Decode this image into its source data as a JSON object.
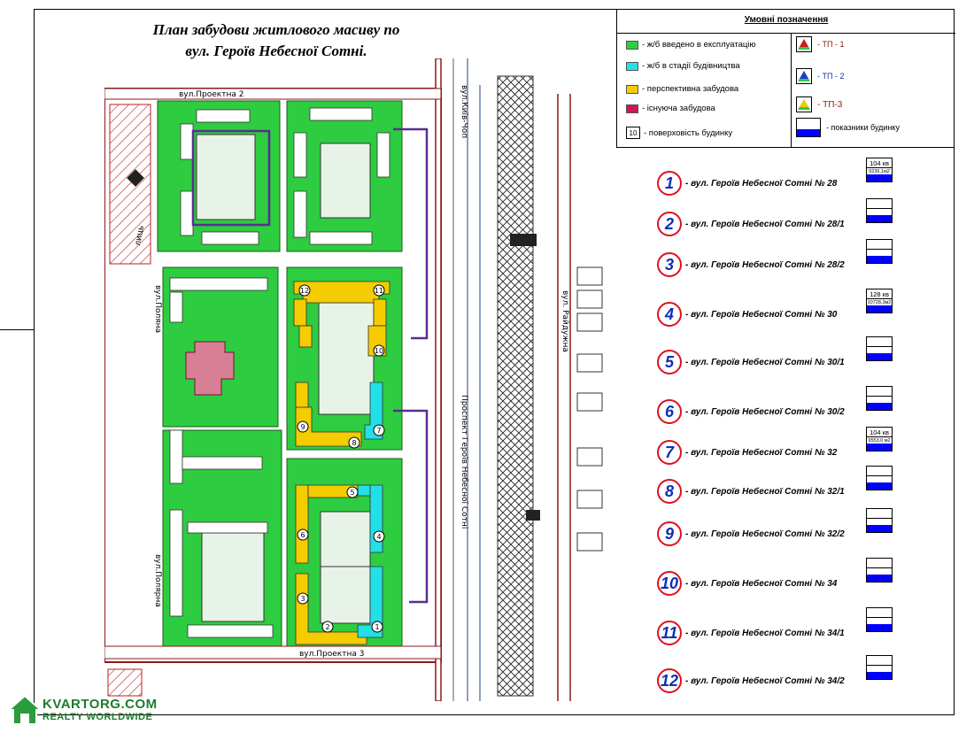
{
  "title": {
    "line1": "План  забудови житлового  масиву по",
    "line2": "вул. Героїв Небесної Сотні."
  },
  "colors": {
    "commissioned": "#2ecc40",
    "construction": "#22e0e6",
    "prospective": "#f4cc00",
    "existing": "#d2145a",
    "indicator": "#0000ff",
    "circle_border": "#dd1122",
    "circle_number": "#0a30b8",
    "road": "#8b1a1a",
    "purple_route": "#5a2d91"
  },
  "legend": {
    "title": "Умовні  позначення",
    "items": [
      {
        "label": "- ж/б введено в експлуатацію",
        "color_key": "commissioned"
      },
      {
        "label": "- ж/б  в стадії  будівництва",
        "color_key": "construction"
      },
      {
        "label": "- перспективна  забудова",
        "color_key": "prospective"
      },
      {
        "label": "- існуюча  забудова",
        "color_key": "existing"
      }
    ],
    "floors": {
      "number": "10",
      "label": "- поверховість будинку"
    },
    "tp": [
      {
        "label": "- ТП - 1",
        "icon": "triangle-red-green-icon"
      },
      {
        "label": "- ТП - 2",
        "icon": "triangle-blue-green-icon"
      },
      {
        "label": "- ТП-3",
        "icon": "triangle-yellow-green-icon"
      }
    ],
    "indicators": {
      "label": "- показники будинку"
    }
  },
  "buildings": [
    {
      "n": "1",
      "label": "- вул. Героїв Небесної Сотні № 28",
      "apts": "104 кв",
      "area": "9236,1м2"
    },
    {
      "n": "2",
      "label": "- вул. Героїв Небесної Сотні № 28/1",
      "apts": "",
      "area": ""
    },
    {
      "n": "3",
      "label": "- вул. Героїв Небесної Сотні № 28/2",
      "apts": "",
      "area": ""
    },
    {
      "n": "4",
      "label": "- вул. Героїв Небесної Сотні № 30",
      "apts": "128 кв",
      "area": "10728,3м2"
    },
    {
      "n": "5",
      "label": "- вул. Героїв Небесної Сотні № 30/1",
      "apts": "",
      "area": ""
    },
    {
      "n": "6",
      "label": "- вул. Героїв Небесної Сотні № 30/2",
      "apts": "",
      "area": ""
    },
    {
      "n": "7",
      "label": "- вул. Героїв Небесної Сотні № 32",
      "apts": "104 кв",
      "area": "9553,0 м2"
    },
    {
      "n": "8",
      "label": "- вул. Героїв Небесної Сотні № 32/1",
      "apts": "",
      "area": ""
    },
    {
      "n": "9",
      "label": "- вул. Героїв Небесної Сотні № 32/2",
      "apts": "",
      "area": ""
    },
    {
      "n": "10",
      "label": "- вул. Героїв Небесної Сотні № 34",
      "apts": "",
      "area": ""
    },
    {
      "n": "11",
      "label": "- вул. Героїв Небесної Сотні № 34/1",
      "apts": "",
      "area": ""
    },
    {
      "n": "12",
      "label": "- вул. Героїв Небесної Сотні № 34/2",
      "apts": "",
      "area": ""
    }
  ],
  "map": {
    "streets": {
      "proektna2": "вул.Проектна 2",
      "proektna3": "вул.Проектна 3",
      "kyiv_chop": "вул.Київ-Чоп",
      "raiduzhna": "вул. Райдужна",
      "prospekt": "Проспект Героїв Небесної Сотні",
      "left_top": "вул.Поляна",
      "left_bottom": "вул.Полярна",
      "lyts": "лиць"
    },
    "block_numbers": [
      "12",
      "11",
      "10",
      "9",
      "8",
      "7",
      "6",
      "5",
      "4",
      "3",
      "2",
      "1"
    ]
  },
  "watermark": {
    "line1": "KVARTORG.COM",
    "line2": "REALTY WORLDWIDE"
  }
}
